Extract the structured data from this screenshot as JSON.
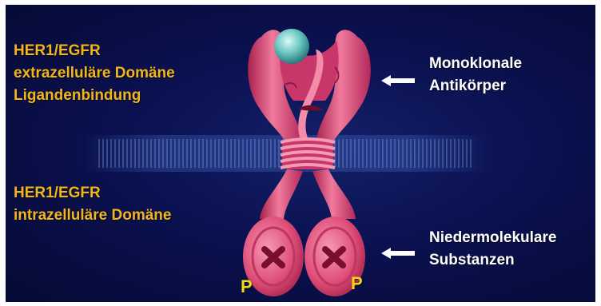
{
  "left_labels": {
    "extracellular": [
      "HER1/EGFR",
      "extrazelluläre Domäne",
      "Ligandenbindung"
    ],
    "intracellular": [
      "HER1/EGFR",
      "intrazelluläre Domäne"
    ]
  },
  "right_labels": {
    "antibodies": [
      "Monoklonale",
      "Antikörper"
    ],
    "small_molecules": [
      "Niedermolekulare",
      "Substanzen"
    ]
  },
  "phosphate_labels": [
    "P",
    "P"
  ],
  "colors": {
    "background": "#0b1150",
    "label_gold": "#f2b51c",
    "label_white": "#ffffff",
    "receptor_pink": "#e0507a",
    "ligand_teal": "#6cc6c0",
    "membrane_blue": "#3a5bb0",
    "phosphate_yellow": "#f2d61a"
  },
  "icons": [
    "ligand-sphere",
    "arrow-left-icon",
    "inhibitor-x-icon"
  ]
}
